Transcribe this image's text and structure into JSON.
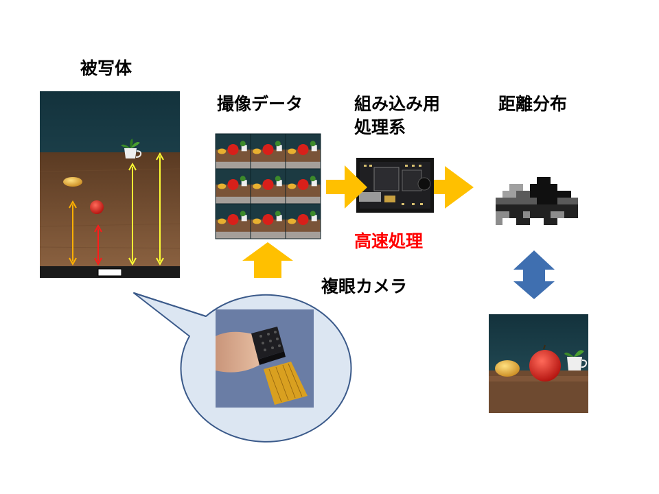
{
  "labels": {
    "subject": "被写体",
    "captured_data": "撮像データ",
    "embedded_line1": "組み込み用",
    "embedded_line2": "処理系",
    "distance_map": "距離分布",
    "high_speed": "高速処理",
    "compound_camera": "複眼カメラ"
  },
  "colors": {
    "accent_arrow": "#ffc000",
    "double_arrow": "#3f6fb0",
    "callout_fill": "#dce6f2",
    "callout_stroke": "#3b5a8a",
    "high_speed_text": "#ff0000"
  }
}
